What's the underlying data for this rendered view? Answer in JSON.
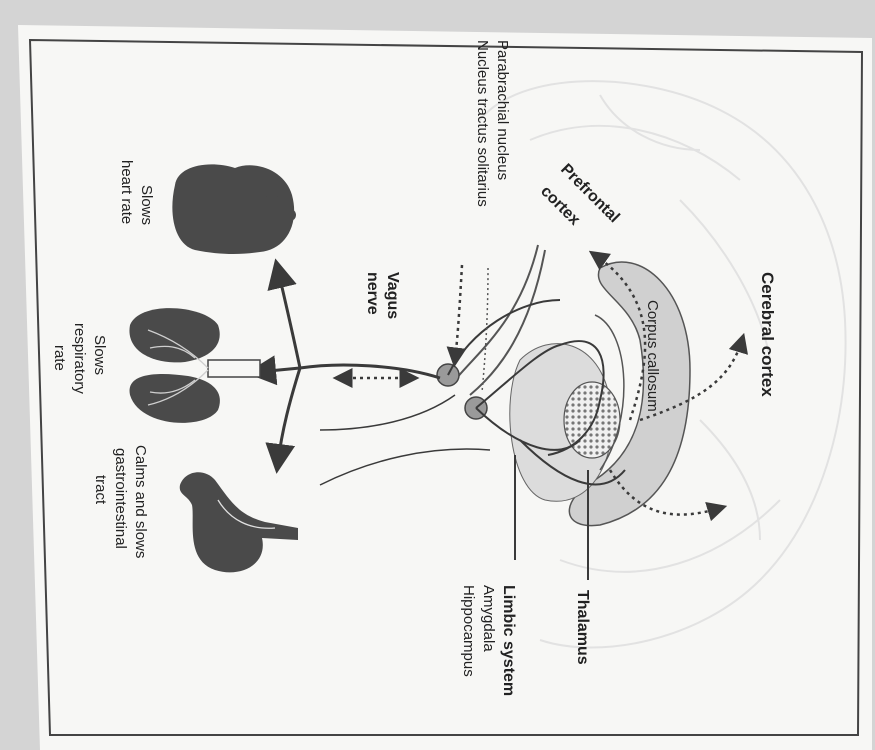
{
  "labels": {
    "parabrachial": "Parabrachial nucleus",
    "tractus": "Nucleus tractus solitarius",
    "prefrontal_1": "Prefrontal",
    "prefrontal_2": "cortex",
    "cerebral_cortex": "Cerebral cortex",
    "corpus_callosum": "Corpus callosum",
    "heart_1": "Slows",
    "heart_2": "heart rate",
    "vagus_1": "Vagus",
    "vagus_2": "nerve",
    "resp_1": "Slows",
    "resp_2": "respiratory",
    "resp_3": "rate",
    "gi_1": "Calms and slows",
    "gi_2": "gastrointestinal",
    "gi_3": "tract",
    "thalamus": "Thalamus",
    "limbic": "Limbic system",
    "amygdala": "Amygdala",
    "hippocampus": "Hippocampus"
  },
  "colors": {
    "paper": "#f7f7f5",
    "organ": "#4a4a4a",
    "brain_fill": "#cfcfcf",
    "line": "#3a3a3a",
    "nucleus": "#9a9a9a"
  },
  "icons": [
    "heart-icon",
    "lungs-icon",
    "stomach-icon",
    "brain-icon"
  ]
}
